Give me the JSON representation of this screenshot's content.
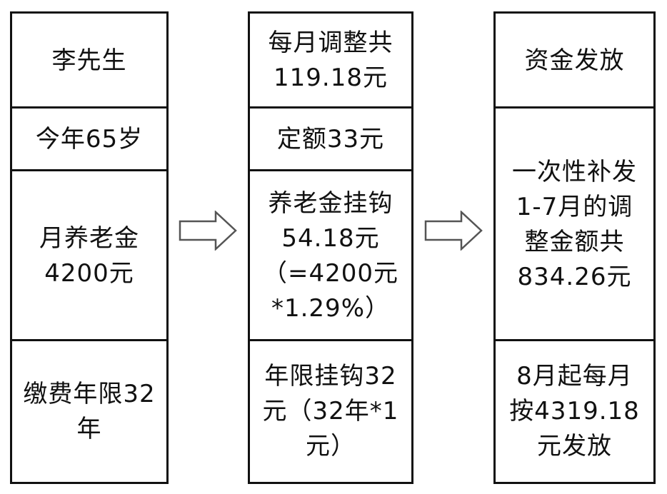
{
  "columns": [
    {
      "cells": [
        {
          "text": "李先生"
        },
        {
          "text": "今年65岁"
        },
        {
          "text": "月养老金\n4200元"
        },
        {
          "text": "缴费年限32\n年"
        }
      ]
    },
    {
      "cells": [
        {
          "text": "每月调整共\n119.18元"
        },
        {
          "text": "定额33元"
        },
        {
          "text": "养老金挂钩\n54.18元\n（=4200元\n*1.29%）"
        },
        {
          "text": "年限挂钩32\n元（32年*1\n元）"
        }
      ]
    },
    {
      "cells": [
        {
          "text": "资金发放"
        },
        {
          "text": "一次性补发\n1-7月的调\n整金额共\n834.26元"
        },
        {
          "text": "8月起每月\n按4319.18\n元发放"
        }
      ]
    }
  ],
  "colors": {
    "border": "#111111",
    "background": "#ffffff"
  },
  "icons": [
    "right-arrow-icon",
    "right-arrow-icon"
  ]
}
